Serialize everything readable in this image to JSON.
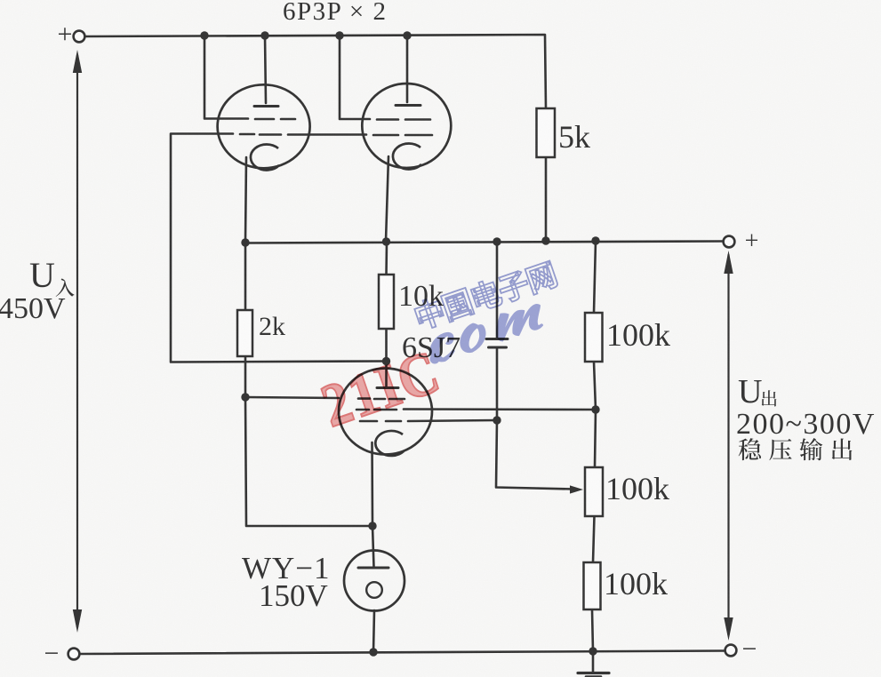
{
  "labels": {
    "tubes_title": "6P3P × 2",
    "input_plus": "+",
    "input_minus": "−",
    "input_symbol": "U",
    "input_symbol_sub": "入",
    "input_voltage": "450V",
    "r2k": "2k",
    "r10k": "10k",
    "r5k": "5k",
    "tube_error_amp": "6SJ7",
    "r100k_upper": "100k",
    "r100k_pot": "100k",
    "r100k_lower": "100k",
    "tube_reference": "WY−1",
    "tube_reference_voltage": "150V",
    "output_plus": "+",
    "output_minus": "−",
    "output_symbol": "U",
    "output_symbol_sub": "出",
    "output_range": "200~300V",
    "output_desc": "稳压输出"
  },
  "watermark": {
    "brand": "21IC",
    "separator": ".",
    "suffix": "com",
    "site_name": "中国电子网",
    "brand_color": "#e17070",
    "accent_color": "#8a93cf"
  },
  "colors": {
    "ink": "#2d2d2d",
    "paper": "#fbfbfa"
  }
}
